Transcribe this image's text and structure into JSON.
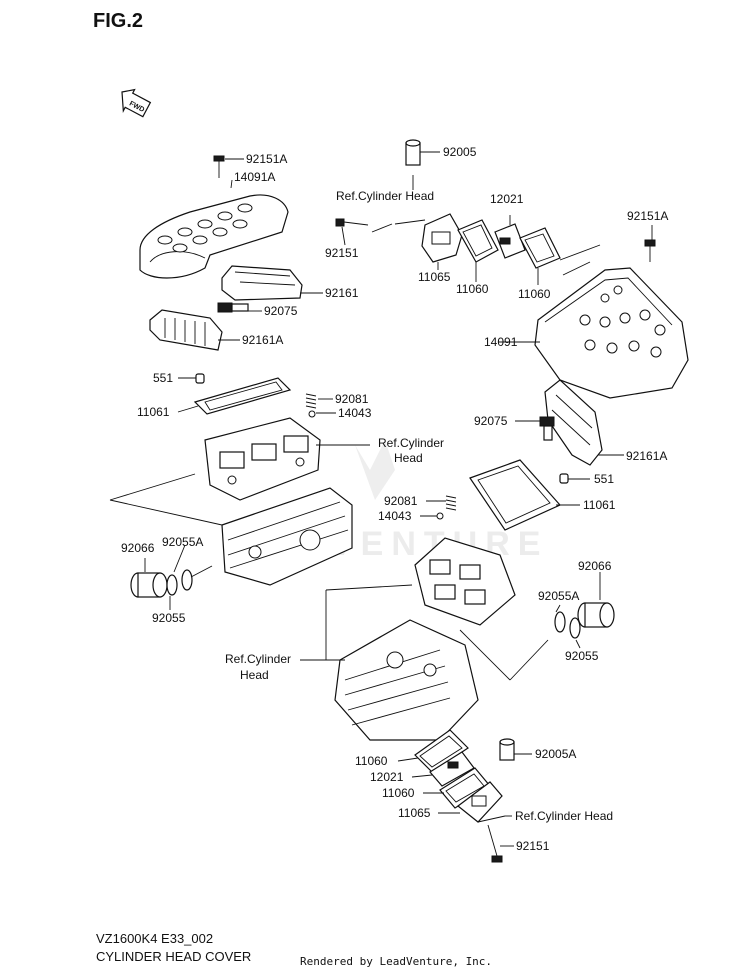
{
  "figure": {
    "title": "FIG.2",
    "fwd_label": "FWD",
    "watermark": "VENTURE"
  },
  "labels": {
    "l92005": "92005",
    "l92151A_top": "92151A",
    "l14091A": "14091A",
    "lRefHeadTop": "Ref.Cylinder Head",
    "l12021_top": "12021",
    "l92151A_right": "92151A",
    "l92151_top": "92151",
    "l11065_top": "11065",
    "l11060_top_a": "11060",
    "l11060_top_b": "11060",
    "l92161": "92161",
    "l92075_left": "92075",
    "l92161A_left": "92161A",
    "l14091": "14091",
    "l551_left": "551",
    "l92081_left": "92081",
    "l11061_left": "11061",
    "l14043_left": "14043",
    "lRefHeadMid1": "Ref.Cylinder",
    "lRefHeadMid2": "Head",
    "l92075_right": "92075",
    "l92161A_right": "92161A",
    "l551_right": "551",
    "l92081_right": "92081",
    "l11061_right": "11061",
    "l14043_right": "14043",
    "l92066_left": "92066",
    "l92055A_left": "92055A",
    "l92055_left": "92055",
    "l92066_right": "92066",
    "l92055A_right": "92055A",
    "l92055_right": "92055",
    "lRefHeadLow1": "Ref.Cylinder",
    "lRefHeadLow2": "Head",
    "l11060_bot_a": "11060",
    "l92005A": "92005A",
    "l12021_bot": "12021",
    "l11060_bot_b": "11060",
    "l11065_bot": "11065",
    "lRefHeadBot": "Ref.Cylinder Head",
    "l92151_bot": "92151"
  },
  "footer": {
    "model_code": "VZ1600K4 E33_002",
    "section_name": "CYLINDER HEAD COVER",
    "rendered_by": "Rendered by LeadVenture, Inc."
  }
}
